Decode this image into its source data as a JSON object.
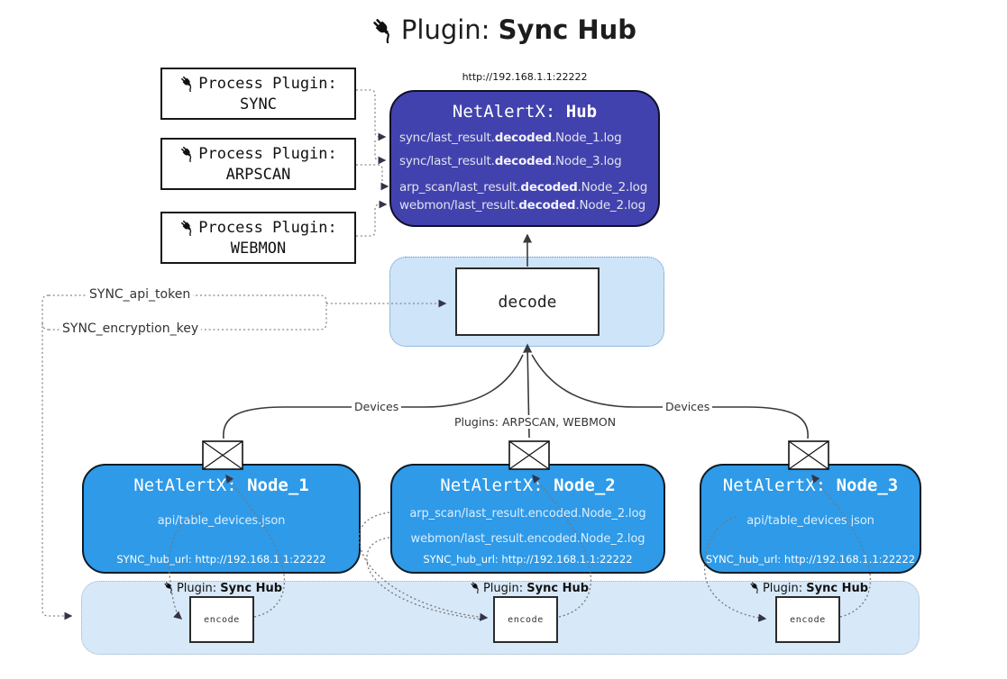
{
  "title": {
    "label": "Plugin: ",
    "name": "Sync Hub"
  },
  "process_plugins": [
    {
      "label": "Process Plugin:",
      "name": "SYNC"
    },
    {
      "label": "Process Plugin:",
      "name": "ARPSCAN"
    },
    {
      "label": "Process Plugin:",
      "name": "WEBMON"
    }
  ],
  "hub": {
    "url": "http://192.168.1.1:22222",
    "name_prefix": "NetAlertX: ",
    "name": "Hub",
    "logs": [
      [
        {
          "t": "sync/last_result."
        },
        {
          "t": "decoded",
          "b": true
        },
        {
          "t": ".Node_1.log"
        }
      ],
      [
        {
          "t": "sync/last_result."
        },
        {
          "t": "decoded",
          "b": true
        },
        {
          "t": ".Node_3.log"
        }
      ],
      [
        {
          "t": "arp_scan/last_result."
        },
        {
          "t": "decoded",
          "b": true
        },
        {
          "t": ".Node_2.log"
        }
      ],
      [
        {
          "t": "webmon/last_result."
        },
        {
          "t": "decoded",
          "b": true
        },
        {
          "t": ".Node_2.log"
        }
      ]
    ]
  },
  "decode_label": "decode",
  "config_labels": {
    "api_token": "SYNC_api_token",
    "encryption_key": "SYNC_encryption_key"
  },
  "edge_labels": {
    "devices_left": "Devices",
    "devices_right": "Devices",
    "plugins": "Plugins: ARPSCAN, WEBMON"
  },
  "nodes": [
    {
      "name_prefix": "NetAlertX: ",
      "name": "Node_1",
      "files": [
        "api/table_devices.json"
      ],
      "hub_url": "SYNC_hub_url: http://192.168.1.1:22222"
    },
    {
      "name_prefix": "NetAlertX: ",
      "name": "Node_2",
      "files": [
        "arp_scan/last_result.encoded.Node_2.log",
        "webmon/last_result.encoded.Node_2.log"
      ],
      "hub_url": "SYNC_hub_url: http://192.168.1.1:22222"
    },
    {
      "name_prefix": "NetAlertX: ",
      "name": "Node_3",
      "files": [
        "api/table_devices.json"
      ],
      "hub_url": "SYNC_hub_url: http://192.168.1.1:22222"
    }
  ],
  "encoders": [
    {
      "label": "Plugin: ",
      "name": "Sync Hub",
      "box_label": "encode"
    },
    {
      "label": "Plugin: ",
      "name": "Sync Hub",
      "box_label": "encode"
    },
    {
      "label": "Plugin: ",
      "name": "Sync Hub",
      "box_label": "encode"
    }
  ],
  "colors": {
    "hub_fill": "#4242AE",
    "node_fill": "#2E9AE8",
    "band_fill": "#D7E8F8",
    "decode_fill": "#CEE4F8"
  }
}
